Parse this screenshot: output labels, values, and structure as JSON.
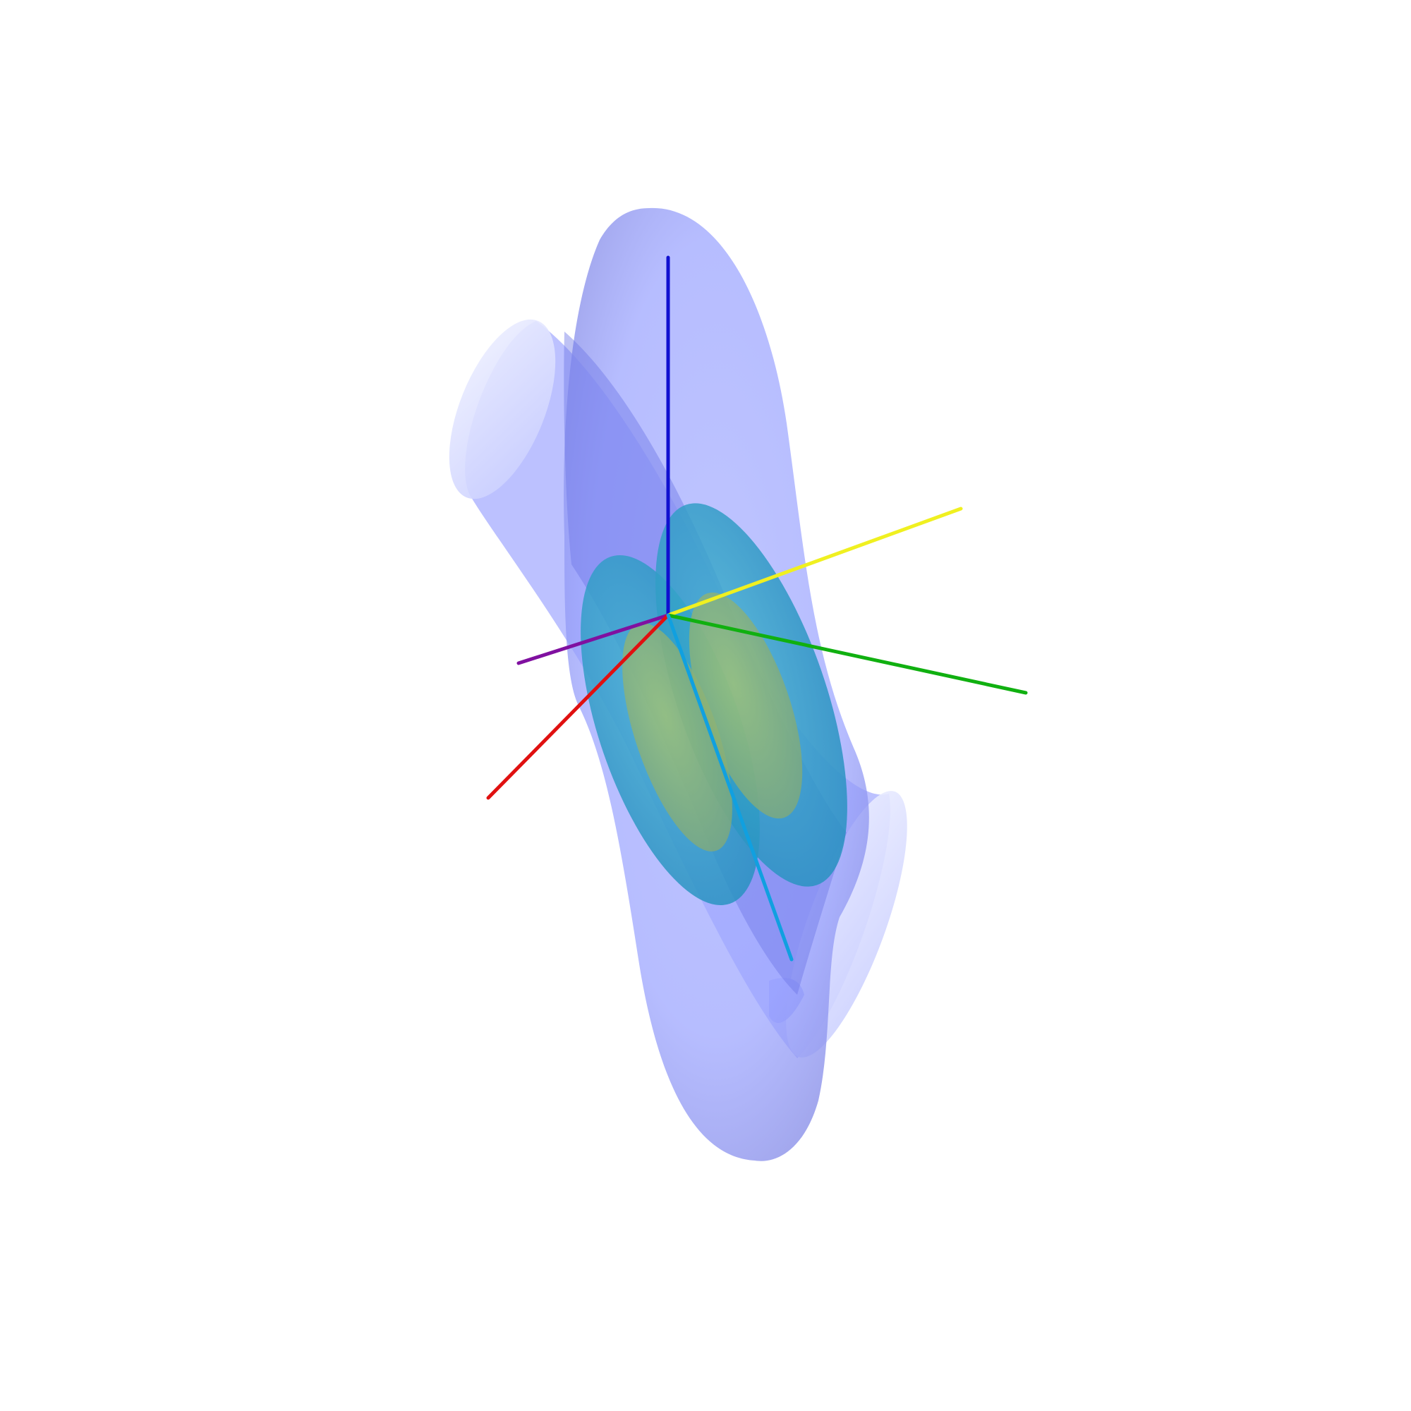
{
  "scene": {
    "background": "#ffffff",
    "description_free": true
  },
  "colors": {
    "outer_surface": "#8c96ff",
    "outer_surface_edge": "#7a82e6",
    "tube_cap": "#e0e3ff",
    "middle_lobes": "#2aa3c4",
    "inner_lobes": "#9fbf5c",
    "axis_blue": "#1010d0",
    "axis_yellow": "#f0f020",
    "axis_green": "#10b010",
    "axis_purple": "#8010a0",
    "axis_red": "#e01010",
    "axis_cyan": "#10a0e0"
  },
  "axes": [
    {
      "name": "axis-blue",
      "color_key": "axis_blue"
    },
    {
      "name": "axis-yellow",
      "color_key": "axis_yellow"
    },
    {
      "name": "axis-green",
      "color_key": "axis_green"
    },
    {
      "name": "axis-purple",
      "color_key": "axis_purple"
    },
    {
      "name": "axis-red",
      "color_key": "axis_red"
    },
    {
      "name": "axis-cyan",
      "color_key": "axis_cyan"
    }
  ]
}
